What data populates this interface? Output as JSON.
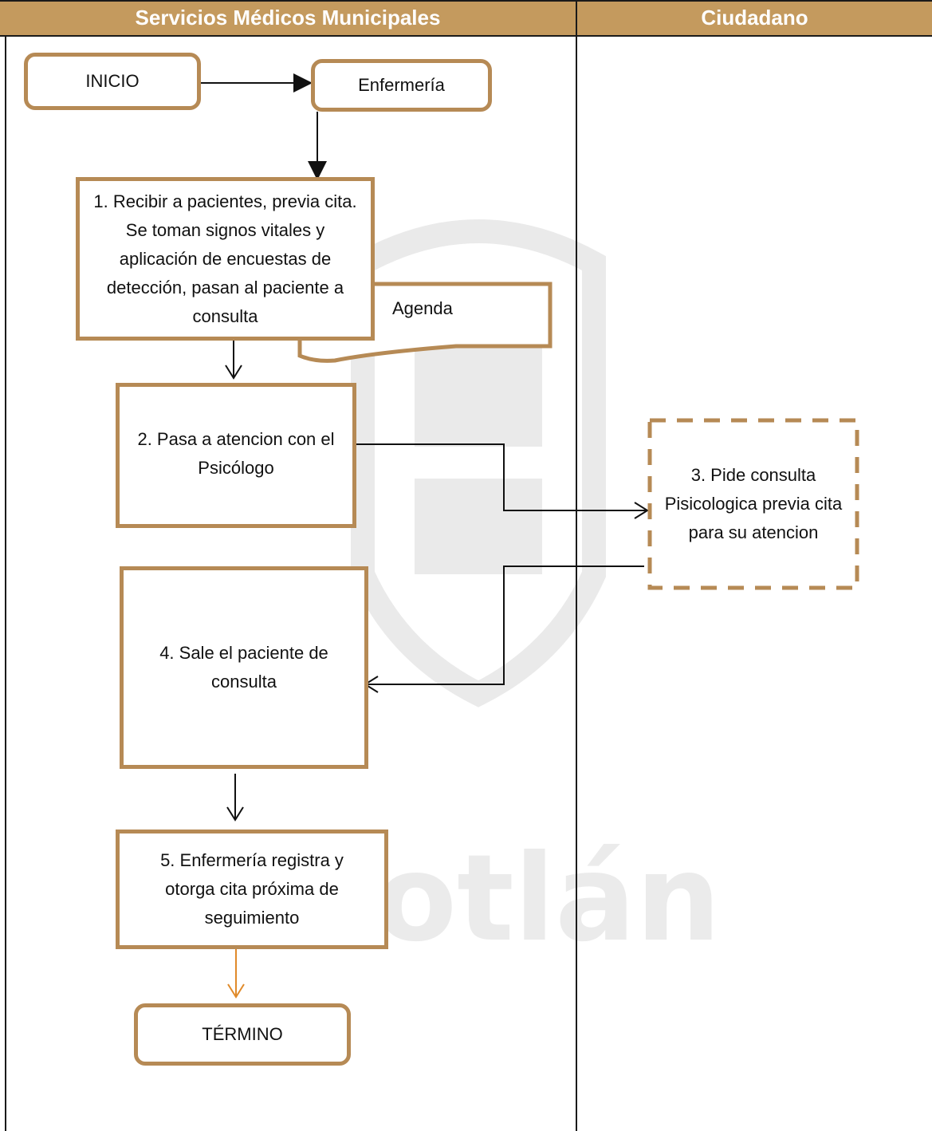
{
  "lanes": {
    "left_title": "Servicios Médicos Municipales",
    "right_title": "Ciudadano"
  },
  "nodes": {
    "start": "INICIO",
    "nursing": "Enfermería",
    "step1": "1. Recibir a pacientes, previa cita. Se toman signos vitales y aplicación de encuestas de detección, pasan al paciente a consulta",
    "agenda": "Agenda",
    "step2": "2. Pasa a atencion con el  Psicólogo",
    "step3": "3. Pide consulta Pisicologica previa cita para su atencion",
    "step4": "4. Sale el paciente de consulta",
    "step5": "5. Enfermería registra y otorga cita próxima de seguimiento",
    "end": "TÉRMINO"
  },
  "watermark_text": "otlán",
  "colors": {
    "header": "#c49a5e",
    "box_border": "#b68a55",
    "arrow": "#111111",
    "final_arrow": "#e08a2a"
  }
}
